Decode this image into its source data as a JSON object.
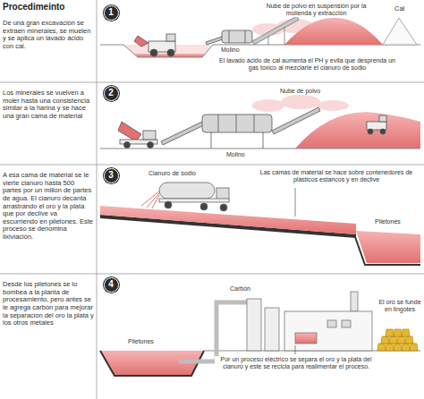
{
  "diagram": {
    "title": "Procedimeinto",
    "nodes": [
      {
        "text": [
          "1"
        ]
      },
      {
        "text": [
          "2"
        ]
      },
      {
        "text": [
          "3"
        ]
      },
      {
        "text": [
          "4"
        ]
      }
    ],
    "labels": [
      "De una gran excavación se extraen minerales, se muelen y se aplica un lavado ácido con cal.",
      "Nube de polvo en suspensión por la molienda y extracción",
      "Cal",
      "Molino",
      "El lavado ácido de cal aumenta el PH y evita que desprenda un gas tóxico al mezclarle el cianuro de sodio",
      "Los minerales se vuelven a moler hasta una consistencia similar a la harina y se hace una gran cama de material",
      "Nube de polvo",
      "Molino",
      "A esa cama de material se le vierte cianuro hasta 500 partes por un millón de partes de agua. El cianuro decanta arrastrando el oro y la plata que por declive va escurriendo en piletones. Este proceso se denomina lixiviación.",
      "Cianuro de sodio",
      "Las camas de material se hace sobre contenedores de plásticos estancos y en declive",
      "Piletones",
      "Desde los piletones se lo bombea a la planta de procesamiento, pero antes se le agrega carbón para mejorar la separación del oro la plata y los otros metales",
      "Carbón",
      "Piletones",
      "El oro se funde en lingotes",
      "Por un proceso eléctrico se separa el oro y la plata del cianuro y este se recicla para realimentar el proceso."
    ]
  }
}
